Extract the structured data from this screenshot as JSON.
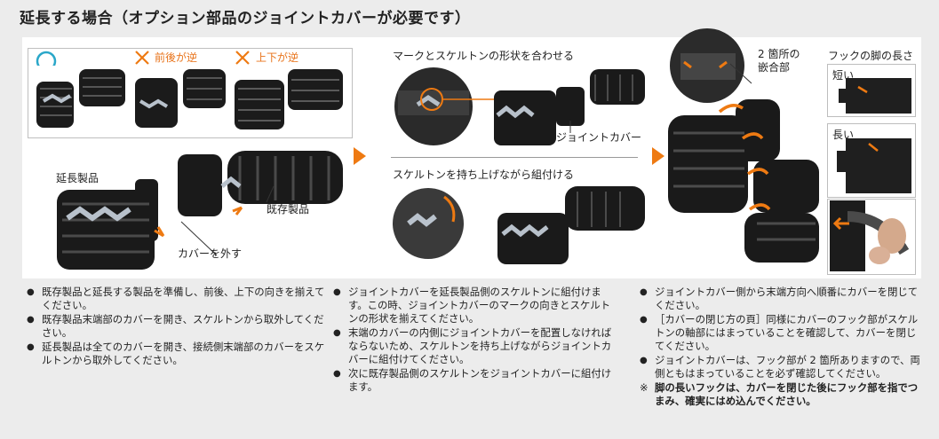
{
  "title": "延長する場合（オプション部品のジョイントカバーが必要です）",
  "panel1": {
    "marks": {
      "ok_icon": "circle-icon",
      "ng_icon": "cross-icon"
    },
    "ng_front_back": "前後が逆",
    "ng_up_down": "上下が逆",
    "label_extension": "延長製品",
    "label_existing": "既存製品",
    "label_remove_cover": "カバーを外す"
  },
  "panel2": {
    "top_caption": "マークとスケルトンの形状を合わせる",
    "joint_cover": "ジョイントカバー",
    "bottom_caption": "スケルトンを持ち上げながら組付ける"
  },
  "panel3": {
    "fit_points": "2 箇所の\n嵌合部",
    "hook_length": "フックの脚の長さ",
    "short": "短い",
    "long": "長い"
  },
  "instructions": {
    "col1": [
      "既存製品と延長する製品を準備し、前後、上下の向きを揃えてください。",
      "既存製品末端部のカバーを開き、スケルトンから取外してください。",
      "延長製品は全てのカバーを開き、接続側末端部のカバーをスケルトンから取外してください。"
    ],
    "col2": [
      "ジョイントカバーを延長製品側のスケルトンに組付けます。この時、ジョイントカバーのマークの向きとスケルトンの形状を揃えてください。",
      "末端のカバーの内側にジョイントカバーを配置しなければならないため、スケルトンを持ち上げながらジョイントカバーに組付けてください。",
      "次に既存製品側のスケルトンをジョイントカバーに組付けます。"
    ],
    "col3": [
      "ジョイントカバー側から末端方向へ順番にカバーを閉じてください。",
      "［カバーの閉じ方の頁］同様にカバーのフック部がスケルトンの軸部にはまっていることを確認して、カバーを閉じてください。",
      "ジョイントカバーは、フック部が 2 箇所ありますので、両側ともはまっていることを必ず確認してください。"
    ],
    "note_mark": "※",
    "note": "脚の長いフックは、カバーを閉じた後にフック部を指でつまみ、確実にはめ込んでください。"
  },
  "colors": {
    "accent": "#ee7a12",
    "ok_circle": "#2aa7c9",
    "background": "#ececec"
  }
}
